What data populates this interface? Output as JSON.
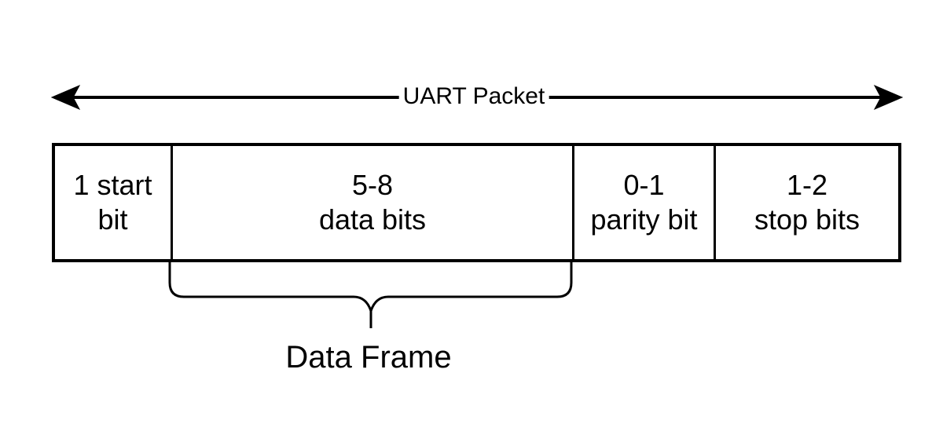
{
  "colors": {
    "background": "#ffffff",
    "stroke": "#000000",
    "text": "#000000"
  },
  "arrow": {
    "label": "UART Packet"
  },
  "packet_box": {
    "cells": [
      {
        "line1": "1 start",
        "line2": "bit"
      },
      {
        "line1": "5-8",
        "line2": "data bits"
      },
      {
        "line1": "0-1",
        "line2": "parity bit"
      },
      {
        "line1": "1-2",
        "line2": "stop bits"
      }
    ]
  },
  "data_frame": {
    "label": "Data Frame"
  }
}
